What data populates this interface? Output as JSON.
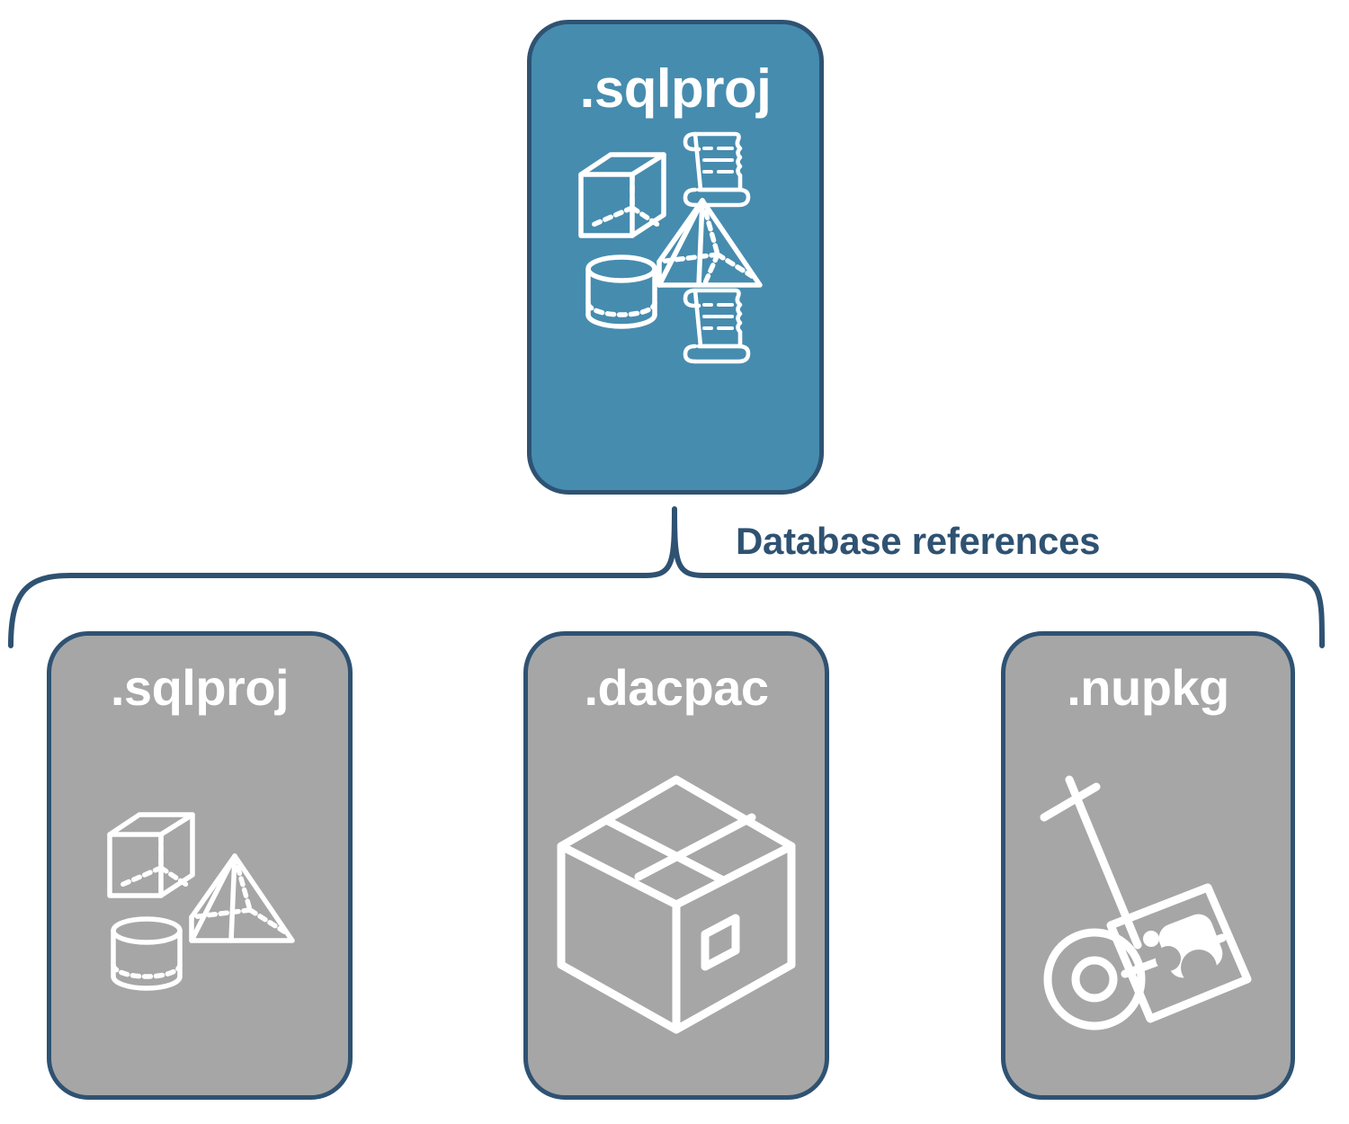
{
  "diagram": {
    "title": "Database references",
    "colors": {
      "root_card_fill": "#468caf",
      "reference_card_fill": "#a6a6a6",
      "card_border": "#2f5272",
      "label_text": "#2f5272",
      "card_text": "#ffffff",
      "background": "#ffffff"
    }
  },
  "root_card": {
    "label": ".sqlproj",
    "fill": "#468caf",
    "icons": [
      "wireframe-cube-icon",
      "scroll-icon",
      "pyramid-icon",
      "cylinder-icon",
      "scroll-icon"
    ]
  },
  "connector": {
    "label": "Database references",
    "style": "curly-brace",
    "color": "#2f5272"
  },
  "reference_cards": [
    {
      "label": ".sqlproj",
      "fill": "#a6a6a6",
      "icons": [
        "wireframe-cube-icon",
        "pyramid-icon",
        "cylinder-icon"
      ]
    },
    {
      "label": ".dacpac",
      "fill": "#a6a6a6",
      "icons": [
        "package-box-icon"
      ]
    },
    {
      "label": ".nupkg",
      "fill": "#a6a6a6",
      "icons": [
        "hand-truck-package-icon"
      ]
    }
  ]
}
